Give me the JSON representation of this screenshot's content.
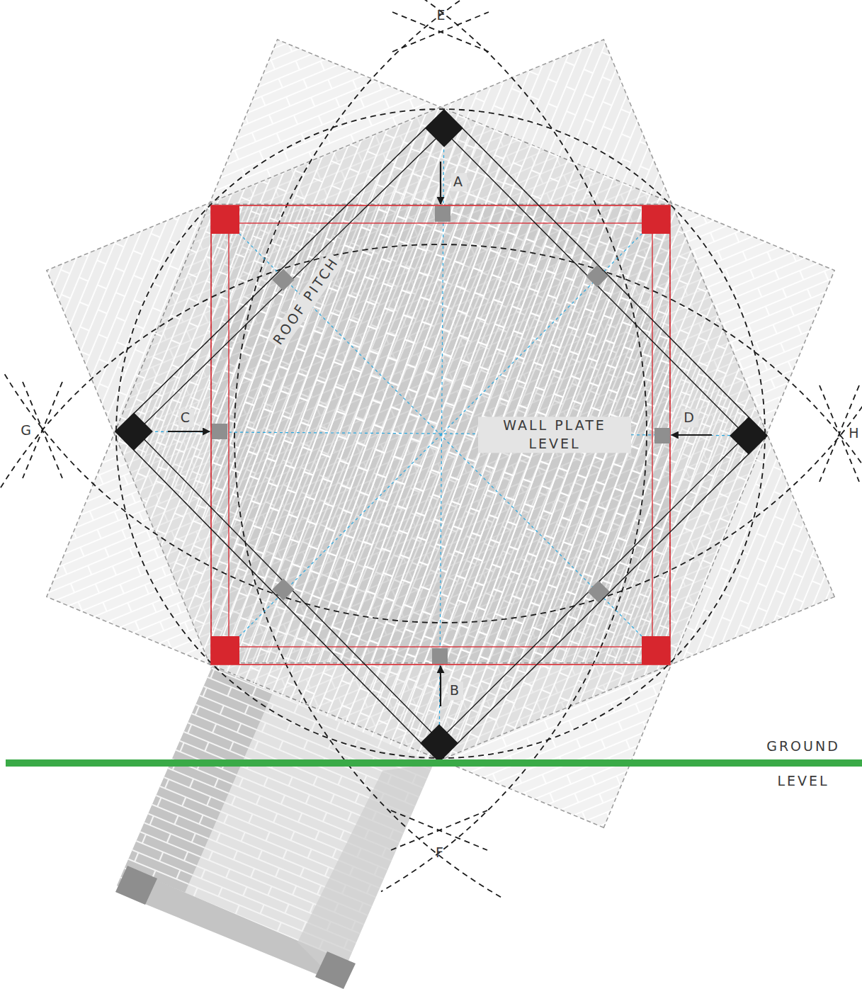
{
  "diagram": {
    "labels": [
      "E",
      "A",
      "ROOF PITCH",
      "G",
      "C",
      "WALL PLATE LEVEL",
      "D",
      "H",
      "B",
      "GROUND",
      "LEVEL",
      "F"
    ]
  }
}
